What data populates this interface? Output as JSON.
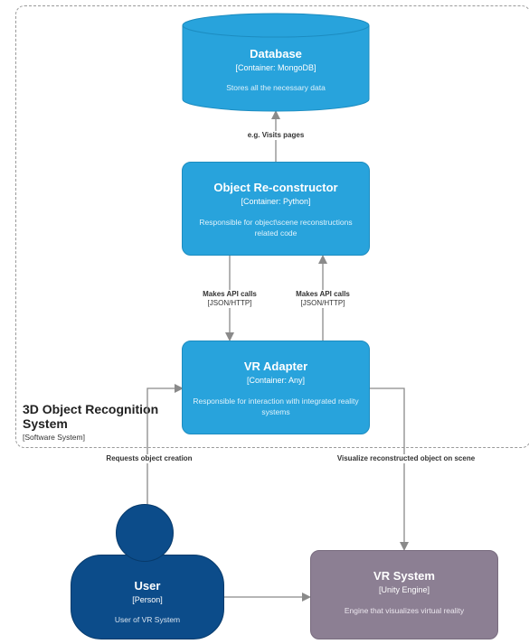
{
  "boundary": {
    "title": "3D Object Recognition System",
    "type": "[Software System]"
  },
  "database": {
    "title": "Database",
    "type": "[Container: MongoDB]",
    "desc": "Stores all the necessary data"
  },
  "reconstructor": {
    "title": "Object Re-constructor",
    "type": "[Container: Python]",
    "desc": "Responsible for object\\scene reconstructions related code"
  },
  "vr_adapter": {
    "title": "VR Adapter",
    "type": "[Container: Any]",
    "desc": "Responsible for interaction with integrated reality systems"
  },
  "user": {
    "title": "User",
    "type": "[Person]",
    "desc": "User of VR System"
  },
  "vr_system": {
    "title": "VR System",
    "type": "[Unity Engine]",
    "desc": "Engine that visualizes virtual reality"
  },
  "edges": {
    "visits": {
      "label": "e.g. Visits pages"
    },
    "api_down": {
      "label": "Makes API calls",
      "tech": "[JSON/HTTP]"
    },
    "api_up": {
      "label": "Makes API calls",
      "tech": "[JSON/HTTP]"
    },
    "requests": {
      "label": "Requests object creation"
    },
    "visualize": {
      "label": "Visualize reconstructed object on scene"
    }
  },
  "colors": {
    "container": "#28a3dc",
    "person": "#0c4c8a",
    "external": "#8c7f93",
    "edge": "#8a8a8a",
    "boundary": "#9a9a9a"
  }
}
